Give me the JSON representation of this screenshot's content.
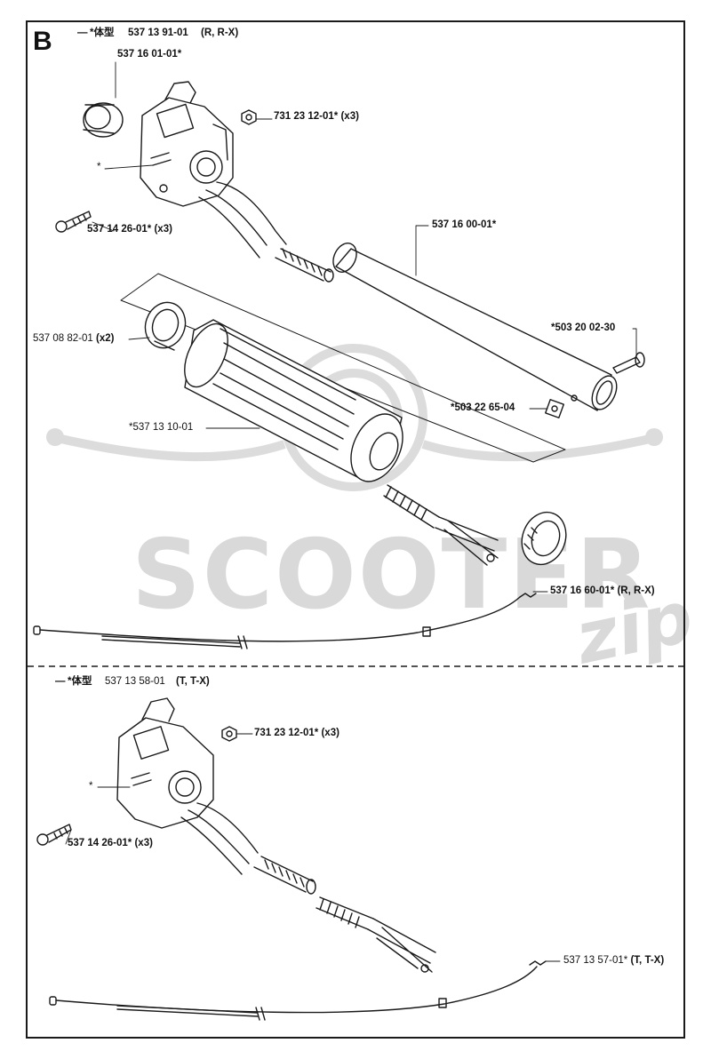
{
  "section": "B",
  "assembly_top": {
    "prefix": "*体型",
    "part": "537 13 91-01",
    "variant": "(R, R-X)"
  },
  "assembly_bottom": {
    "prefix": "*体型",
    "part": "537 13 58-01",
    "variant": "(T, T-X)"
  },
  "callouts_top": [
    {
      "part": "537 16 01-01*",
      "qty": ""
    },
    {
      "part": "731 23 12-01*",
      "qty": "(x3)"
    },
    {
      "part": "*",
      "qty": ""
    },
    {
      "part": "537 14 26-01*",
      "qty": "(x3)"
    },
    {
      "part": "537 16 00-01*",
      "qty": ""
    },
    {
      "part": "537 08 82-01",
      "qty": "(x2)"
    },
    {
      "part": "*503 20 02-30",
      "qty": ""
    },
    {
      "part": "*503 22 65-04",
      "qty": ""
    },
    {
      "part": "*537 13 10-01",
      "qty": ""
    },
    {
      "part": "537 16 60-01*",
      "qty": "(R, R-X)"
    }
  ],
  "callouts_bottom": [
    {
      "part": "731 23 12-01*",
      "qty": "(x3)"
    },
    {
      "part": "*",
      "qty": ""
    },
    {
      "part": "537 14 26-01*",
      "qty": "(x3)"
    },
    {
      "part": "537 13 57-01*",
      "qty": "(T, T-X)"
    }
  ],
  "watermark": {
    "brand": "SCOOTER",
    "sub": "zip"
  },
  "colors": {
    "line": "#1a1a1a",
    "watermark": "#d9d9d9"
  }
}
